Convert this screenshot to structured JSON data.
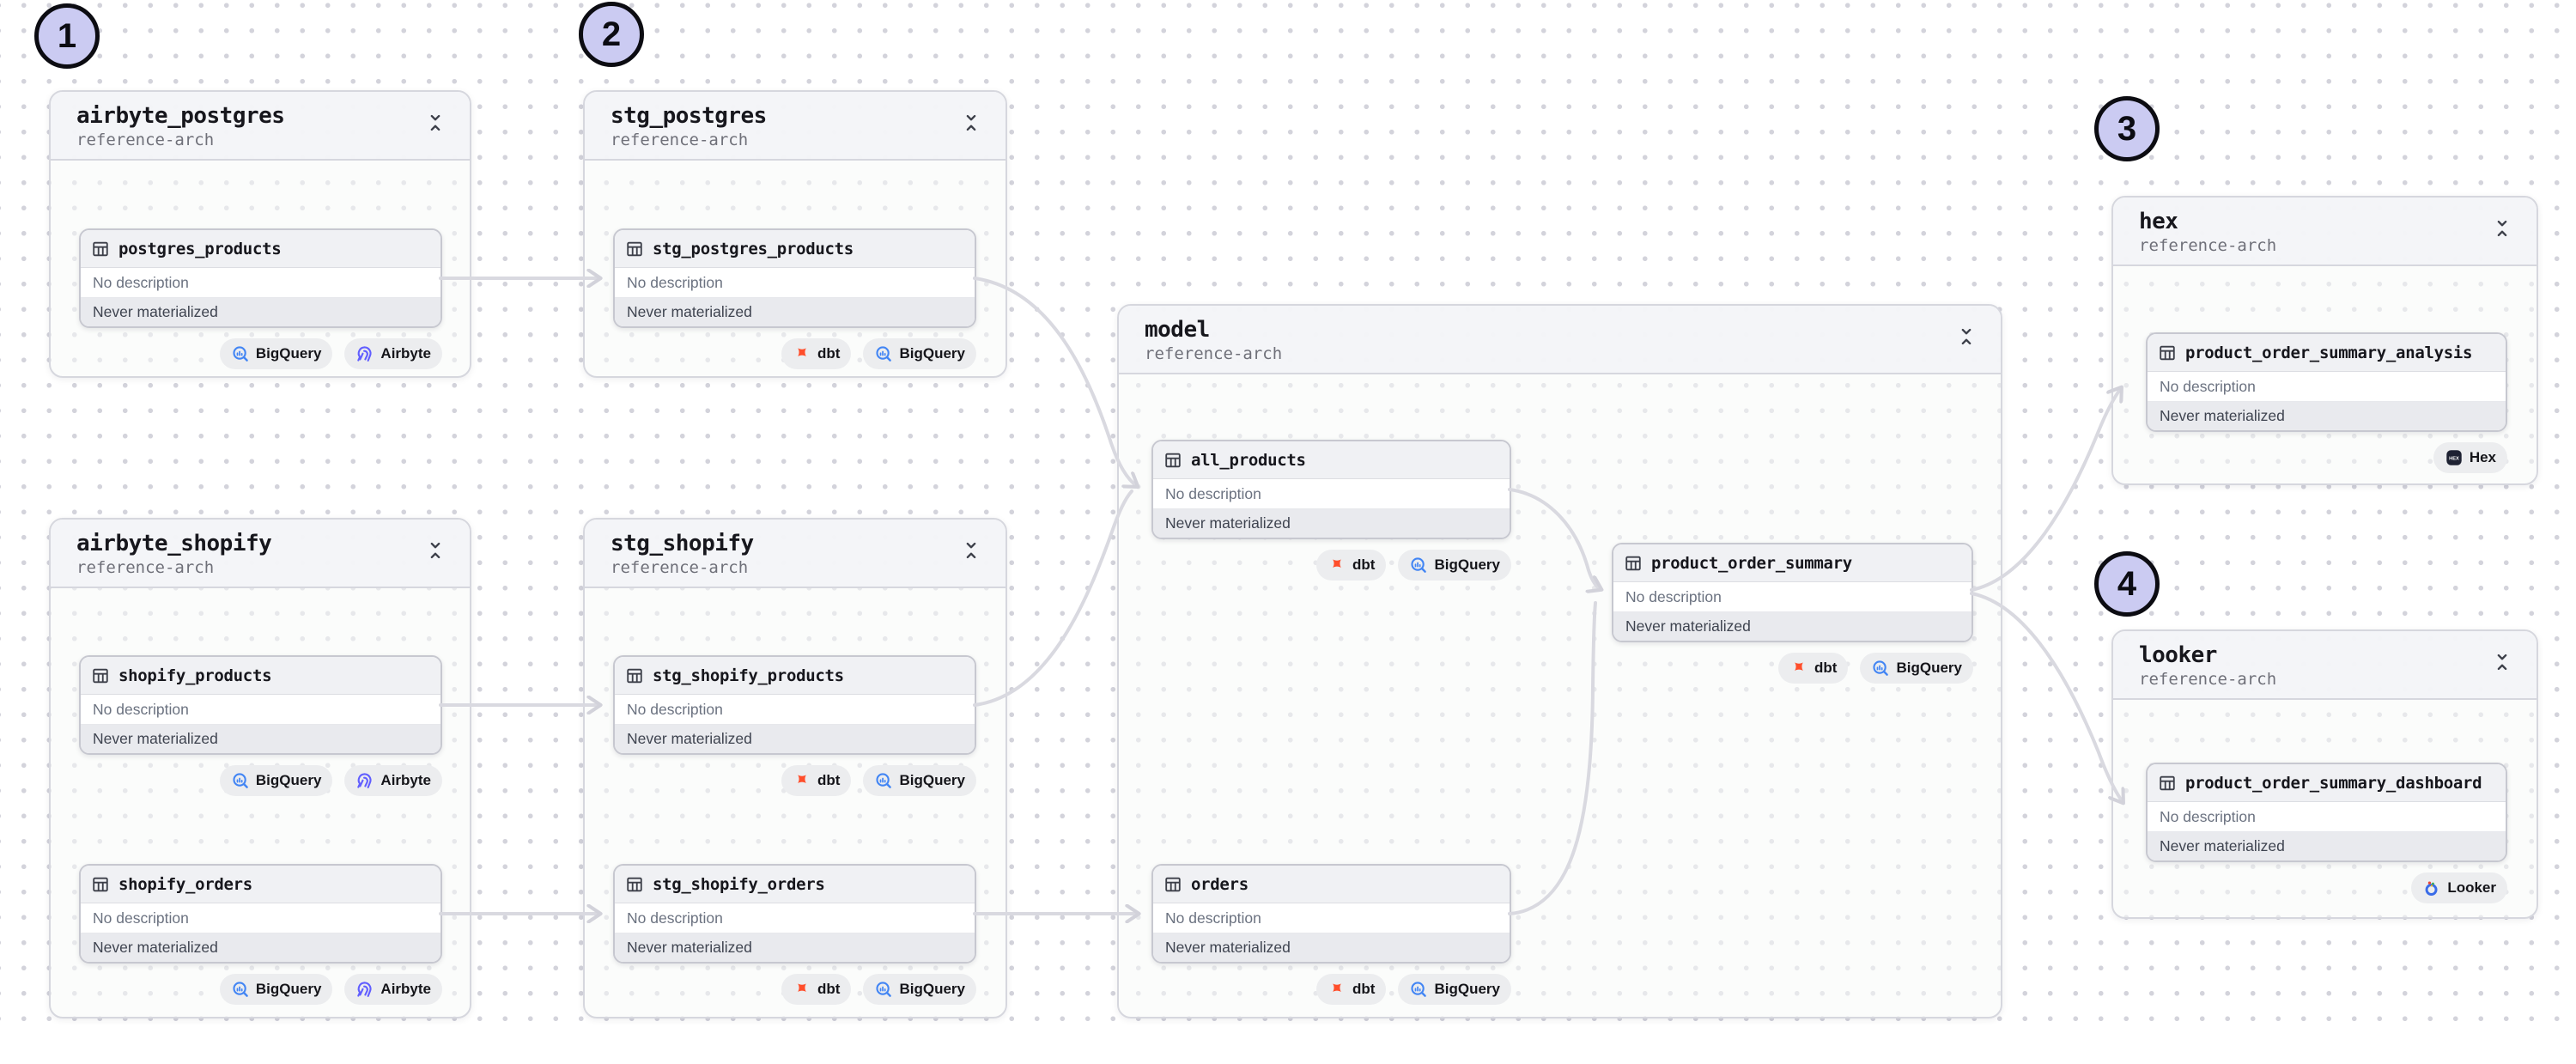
{
  "annotations": {
    "labels": [
      "1",
      "2",
      "3",
      "4"
    ]
  },
  "colors": {
    "edge": "#d9d9e0",
    "annotation_fill": "#cbcbf2",
    "dbt_orange": "#ff4e2b",
    "airbyte_purple": "#615eff",
    "bigquery_blue": "#4285f4",
    "hex_navy": "#1d2132",
    "looker_blue": "#3a6ce8"
  },
  "groups": [
    {
      "title": "airbyte_postgres",
      "subtitle": "reference-arch",
      "assets": [
        {
          "name": "postgres_products",
          "description": "No description",
          "status": "Never materialized",
          "kinds": [
            {
              "label": "BigQuery",
              "icon": "bigquery-icon"
            },
            {
              "label": "Airbyte",
              "icon": "airbyte-icon"
            }
          ]
        }
      ]
    },
    {
      "title": "stg_postgres",
      "subtitle": "reference-arch",
      "assets": [
        {
          "name": "stg_postgres_products",
          "description": "No description",
          "status": "Never materialized",
          "kinds": [
            {
              "label": "dbt",
              "icon": "dbt-icon"
            },
            {
              "label": "BigQuery",
              "icon": "bigquery-icon"
            }
          ]
        }
      ]
    },
    {
      "title": "airbyte_shopify",
      "subtitle": "reference-arch",
      "assets": [
        {
          "name": "shopify_products",
          "description": "No description",
          "status": "Never materialized",
          "kinds": [
            {
              "label": "BigQuery",
              "icon": "bigquery-icon"
            },
            {
              "label": "Airbyte",
              "icon": "airbyte-icon"
            }
          ]
        },
        {
          "name": "shopify_orders",
          "description": "No description",
          "status": "Never materialized",
          "kinds": [
            {
              "label": "BigQuery",
              "icon": "bigquery-icon"
            },
            {
              "label": "Airbyte",
              "icon": "airbyte-icon"
            }
          ]
        }
      ]
    },
    {
      "title": "stg_shopify",
      "subtitle": "reference-arch",
      "assets": [
        {
          "name": "stg_shopify_products",
          "description": "No description",
          "status": "Never materialized",
          "kinds": [
            {
              "label": "dbt",
              "icon": "dbt-icon"
            },
            {
              "label": "BigQuery",
              "icon": "bigquery-icon"
            }
          ]
        },
        {
          "name": "stg_shopify_orders",
          "description": "No description",
          "status": "Never materialized",
          "kinds": [
            {
              "label": "dbt",
              "icon": "dbt-icon"
            },
            {
              "label": "BigQuery",
              "icon": "bigquery-icon"
            }
          ]
        }
      ]
    },
    {
      "title": "model",
      "subtitle": "reference-arch",
      "assets": [
        {
          "name": "all_products",
          "description": "No description",
          "status": "Never materialized",
          "kinds": [
            {
              "label": "dbt",
              "icon": "dbt-icon"
            },
            {
              "label": "BigQuery",
              "icon": "bigquery-icon"
            }
          ]
        },
        {
          "name": "product_order_summary",
          "description": "No description",
          "status": "Never materialized",
          "kinds": [
            {
              "label": "dbt",
              "icon": "dbt-icon"
            },
            {
              "label": "BigQuery",
              "icon": "bigquery-icon"
            }
          ]
        },
        {
          "name": "orders",
          "description": "No description",
          "status": "Never materialized",
          "kinds": [
            {
              "label": "dbt",
              "icon": "dbt-icon"
            },
            {
              "label": "BigQuery",
              "icon": "bigquery-icon"
            }
          ]
        }
      ]
    },
    {
      "title": "hex",
      "subtitle": "reference-arch",
      "assets": [
        {
          "name": "product_order_summary_analysis",
          "description": "No description",
          "status": "Never materialized",
          "kinds": [
            {
              "label": "Hex",
              "icon": "hex-icon"
            }
          ]
        }
      ]
    },
    {
      "title": "looker",
      "subtitle": "reference-arch",
      "assets": [
        {
          "name": "product_order_summary_dashboard",
          "description": "No description",
          "status": "Never materialized",
          "kinds": [
            {
              "label": "Looker",
              "icon": "looker-icon"
            }
          ]
        }
      ]
    }
  ]
}
